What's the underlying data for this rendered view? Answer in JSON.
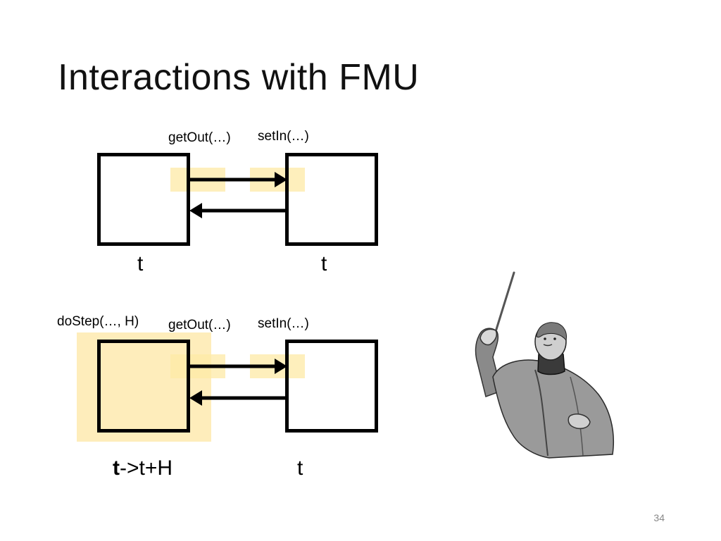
{
  "slide": {
    "title": "Interactions with FMU",
    "page_number": "34"
  },
  "top_row": {
    "get_label": "getOut(…)",
    "set_label": "setIn(…)",
    "left_time": "t",
    "right_time": "t"
  },
  "bottom_row": {
    "dostep_label": "doStep(…, H)",
    "get_label": "getOut(…)",
    "set_label": "setIn(…)",
    "left_time_bold": "t",
    "left_time_rest": "->t+H",
    "right_time": "t"
  },
  "colors": {
    "highlight": "#fde9a6",
    "stroke": "#000000"
  },
  "icons": {
    "conductor": "conductor-illustration"
  }
}
